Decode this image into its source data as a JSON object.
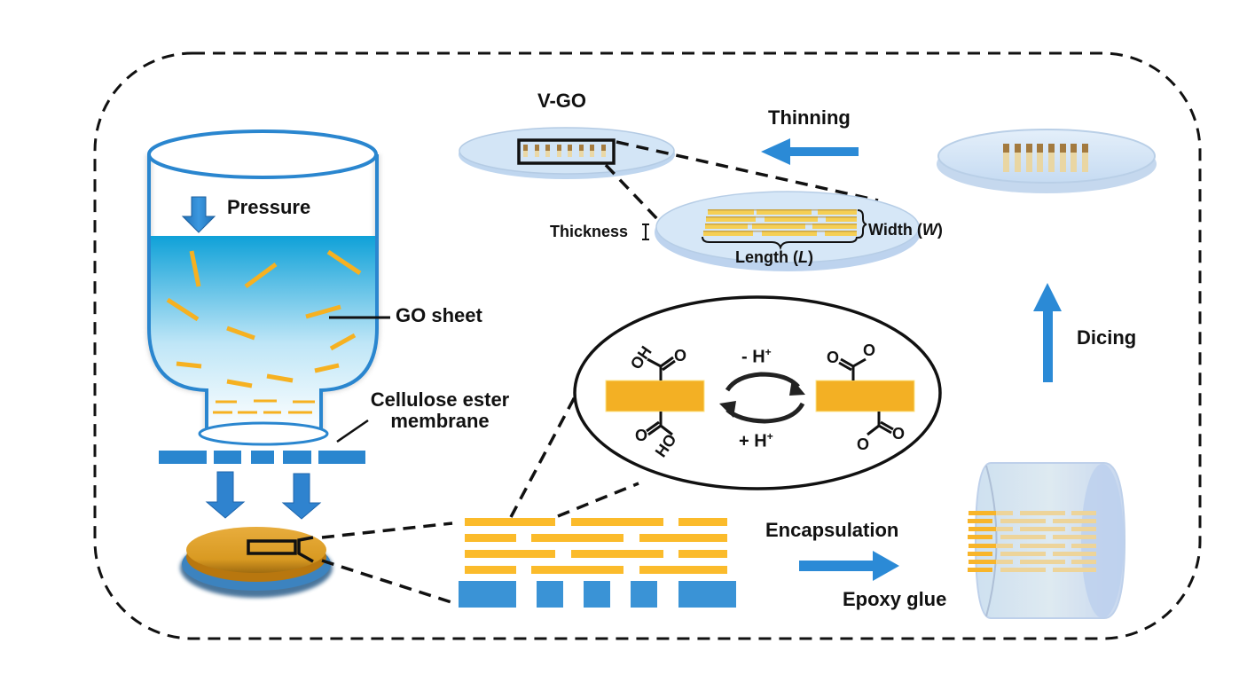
{
  "figure": {
    "description": "Fabrication process of vertically aligned graphene oxide (V-GO) membrane",
    "stages": [
      "Pressure filtration",
      "Encapsulation",
      "Dicing",
      "Thinning"
    ]
  },
  "labels": {
    "pressure": "Pressure",
    "go_sheet": "GO sheet",
    "membrane_line1": "Cellulose ester",
    "membrane_line2": "membrane",
    "encapsulation": "Encapsulation",
    "epoxy_glue": "Epoxy glue",
    "dicing": "Dicing",
    "thinning": "Thinning",
    "vgo": "V-GO",
    "thickness": "Thickness",
    "width": "Width (",
    "width_sym": "W",
    "length": "Length (",
    "length_sym": "L",
    "close_paren": ")",
    "deprotonation": "- H",
    "protonation": "+ H",
    "plus": "+",
    "oh": "OH",
    "ho": "HO",
    "o": "O"
  },
  "colors": {
    "blue_arrow": "#2b8ad6",
    "filter_blue": "#2a86cf",
    "go_yellow": "#f4b324",
    "go_sheet": "#fbbb2b",
    "water_top": "#0fa1d8",
    "dish_blue": "#cfe3f5",
    "dashed": "#111111"
  },
  "icons": {
    "pressure_arrow": "arrow-down-icon",
    "flow_arrows": "arrow-down-icon",
    "encapsulation_arrow": "arrow-right-icon",
    "dicing_arrow": "arrow-up-icon",
    "thinning_arrow": "arrow-left-icon",
    "equilibrium": "cycle-arrows-icon"
  }
}
